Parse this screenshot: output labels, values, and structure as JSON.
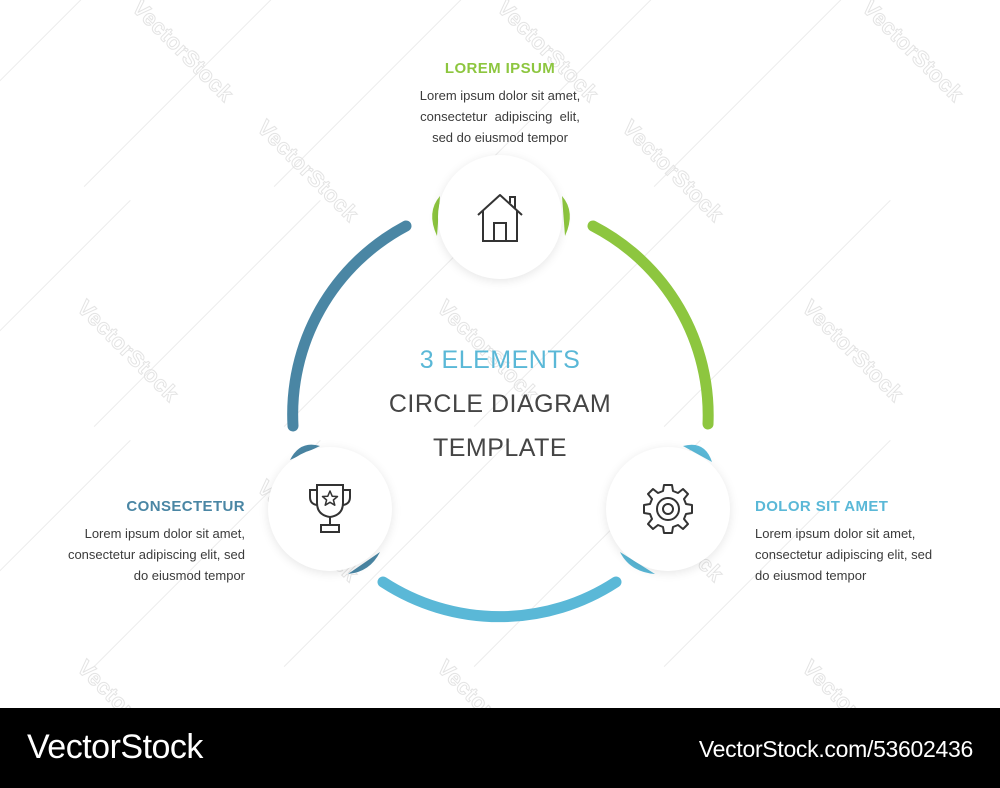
{
  "title": {
    "line1": "3 ELEMENTS",
    "line2": "CIRCLE DIAGRAM",
    "line3": "TEMPLATE"
  },
  "elements": [
    {
      "heading": "LOREM IPSUM",
      "text_lines": [
        "Lorem ipsum dolor sit amet,",
        "consectetur  adipiscing  elit,",
        "sed do eiusmod tempor"
      ],
      "icon": "house-icon",
      "color": "#8dc63f"
    },
    {
      "heading": "DOLOR SIT AMET",
      "text_lines": [
        "Lorem ipsum dolor sit amet,",
        "consectetur adipiscing elit, sed",
        "do eiusmod tempor"
      ],
      "icon": "gear-icon",
      "color": "#5ab8d7"
    },
    {
      "heading": "CONSECTETUR",
      "text_lines": [
        "Lorem ipsum dolor sit amet,",
        "consectetur adipiscing elit, sed",
        "do eiusmod tempor"
      ],
      "icon": "trophy-icon",
      "color": "#4a86a4"
    }
  ],
  "watermark": {
    "text": "VectorStock",
    "brand": "VectorStock",
    "url": "VectorStock.com/53602436"
  }
}
